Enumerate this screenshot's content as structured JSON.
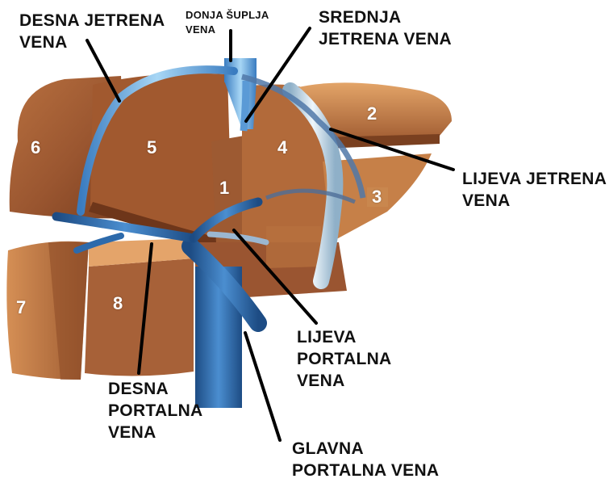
{
  "labels": {
    "desna_jetrena": [
      "DESNA JETRENA",
      "VENA"
    ],
    "donja_suplja": [
      "DONJA ŠUPLJA",
      "VENA"
    ],
    "srednja_jetrena": [
      "SREDNJA",
      "JETRENA VENA"
    ],
    "lijeva_jetrena": [
      "LIJEVA JETRENA",
      "VENA"
    ],
    "lijeva_portalna": [
      "LIJEVA",
      "PORTALNA",
      "VENA"
    ],
    "desna_portalna": [
      "DESNA",
      "PORTALNA",
      "VENA"
    ],
    "glavna_portalna": [
      "GLAVNA",
      "PORTALNA VENA"
    ]
  },
  "segments": [
    "1",
    "2",
    "3",
    "4",
    "5",
    "6",
    "7",
    "8"
  ],
  "colors": {
    "liver_dark": "#8a4a26",
    "liver_mid": "#a8643a",
    "liver_light": "#d99a5e",
    "vein_dark": "#1f4f86",
    "vein_mid": "#3b7bc0",
    "vein_light": "#8cc4ec",
    "pale_vein": "#c9dcea",
    "leader": "#000000"
  }
}
